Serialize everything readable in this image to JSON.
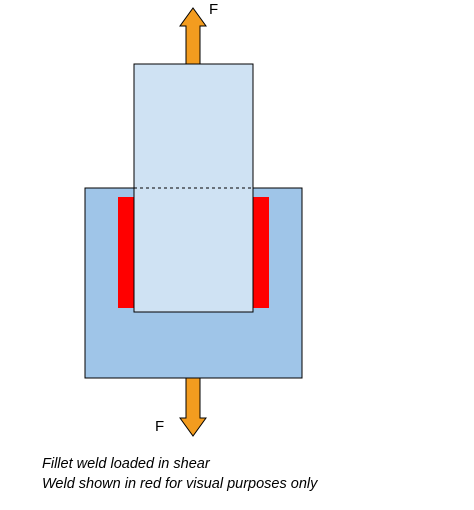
{
  "labels": {
    "force_top": "F",
    "force_bottom": "F"
  },
  "caption": {
    "line1": "Fillet weld loaded in shear",
    "line2": "Weld shown in red for visual purposes only"
  },
  "colors": {
    "base_plate": "#9fc5e8",
    "top_plate": "#cfe2f3",
    "weld": "#ff0000",
    "arrow": "#f39c1f",
    "outline": "#000000"
  }
}
